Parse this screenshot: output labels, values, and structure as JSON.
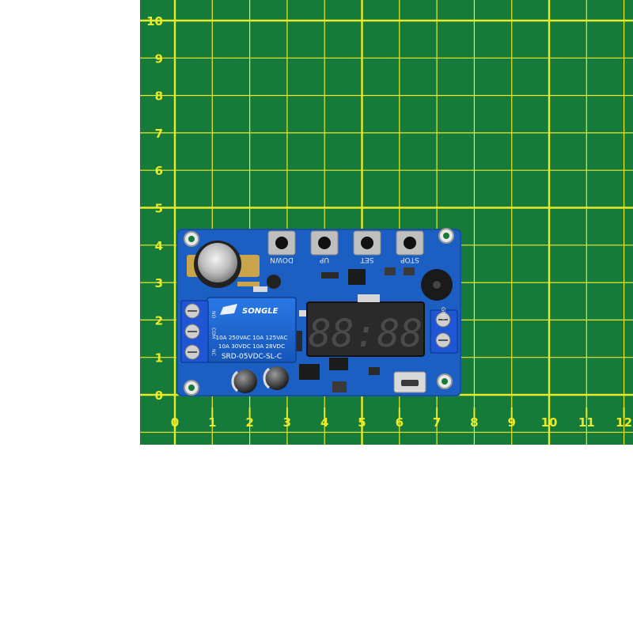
{
  "mat": {
    "background_color": "#167a3a",
    "grid_color": "#e8ea2a",
    "y_labels": [
      "10",
      "9",
      "8",
      "7",
      "6",
      "5",
      "4",
      "3",
      "2",
      "1",
      "0"
    ],
    "x_labels": [
      "0",
      "1",
      "2",
      "3",
      "4",
      "5",
      "6",
      "7",
      "8",
      "9",
      "10",
      "11",
      "12"
    ]
  },
  "board": {
    "pcb_color": "#1c5fc2",
    "buttons": [
      "DOWN",
      "UP",
      "SET",
      "STOP"
    ],
    "relay": {
      "brand": "SONGLE",
      "line1": "10A 250VAC  10A 125VAC",
      "line2": "10A  30VDC  10A  28VDC",
      "model": "SRD-05VDC-SL-C"
    },
    "terminal_labels": [
      "NO",
      "COM",
      "NC"
    ],
    "gnd_label": "GND",
    "display_digits": "88:88"
  }
}
